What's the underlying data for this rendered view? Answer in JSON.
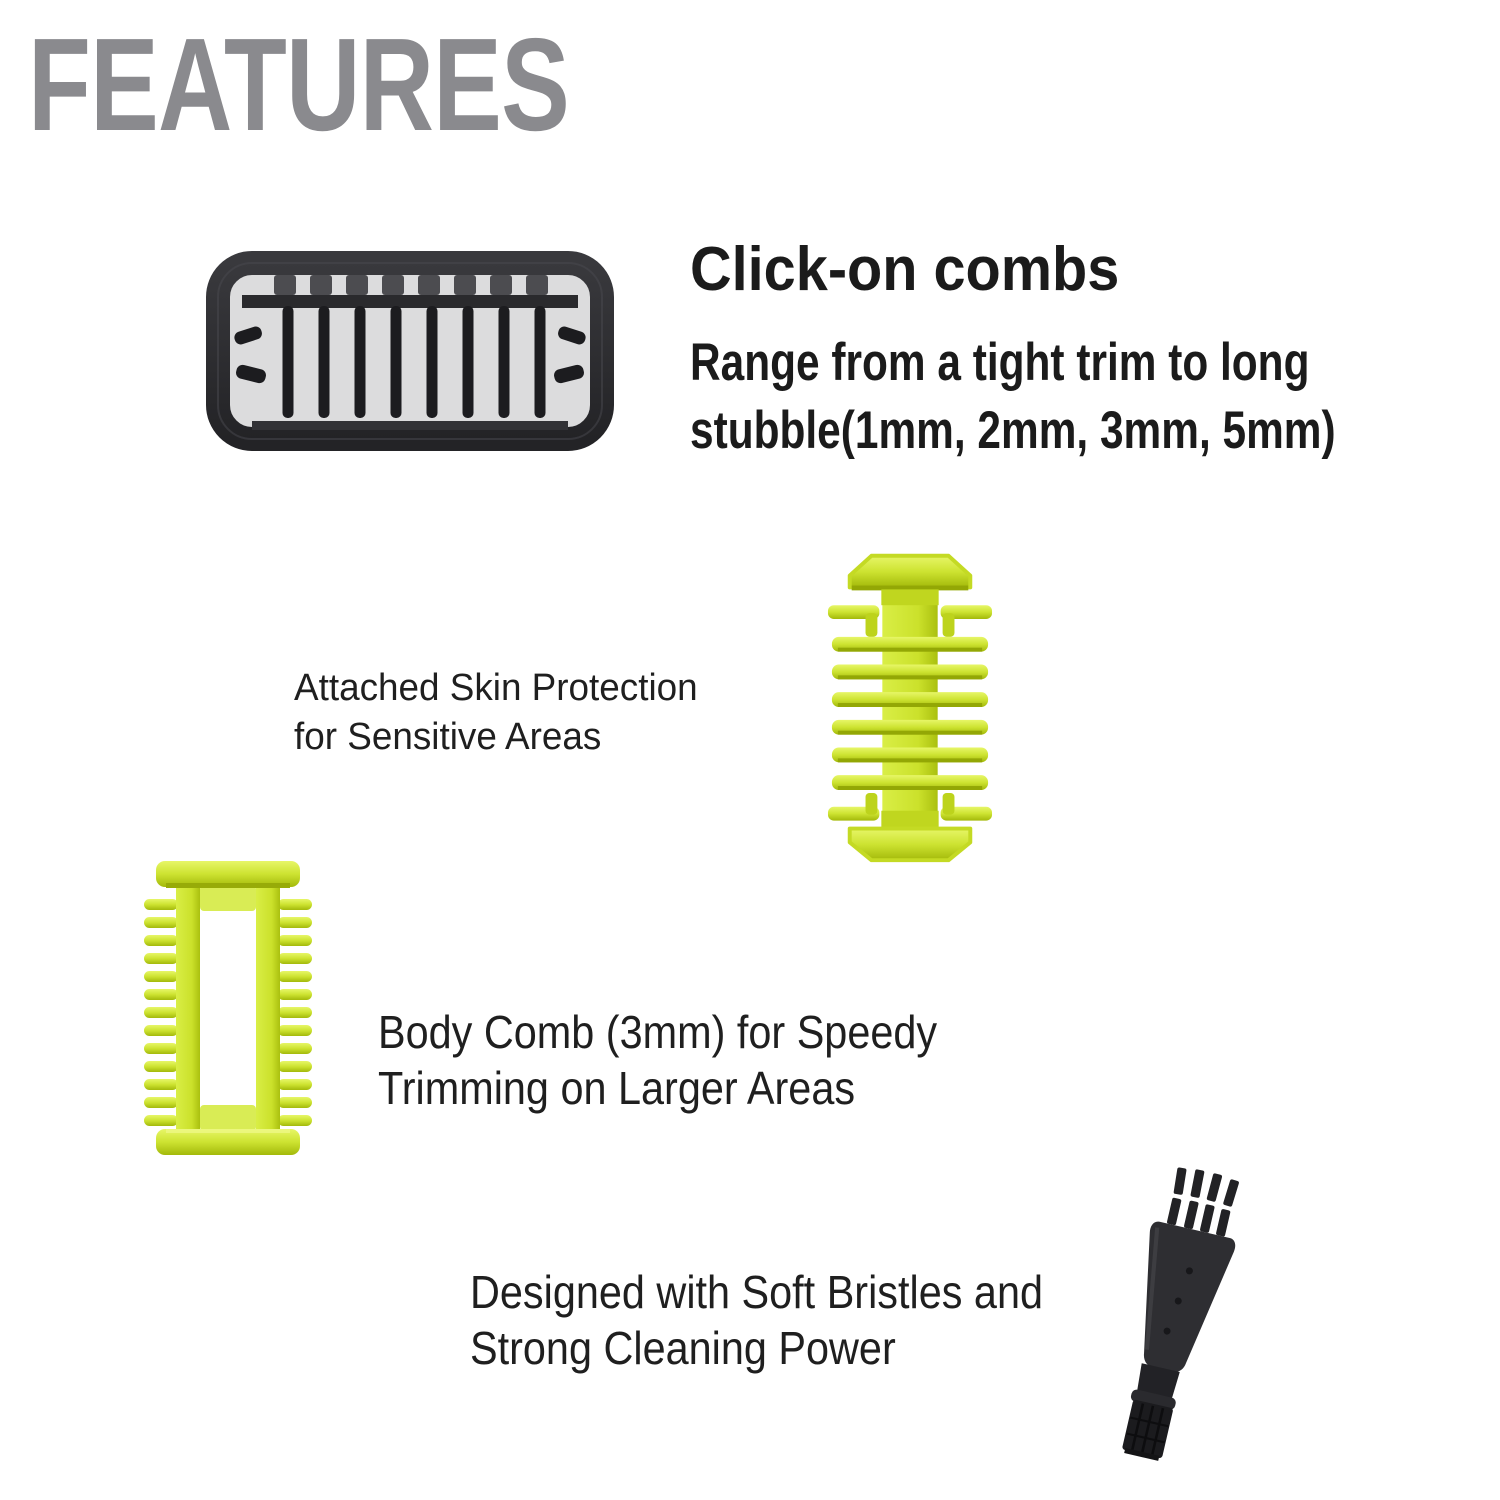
{
  "header": {
    "title": "FEATURES"
  },
  "sections": {
    "click_on_combs": {
      "heading": "Click-on combs",
      "desc_line1": "Range from a tight trim to long",
      "desc_line2": "stubble(1mm, 2mm, 3mm, 5mm)",
      "image": "click-on-comb-image"
    },
    "skin_protection": {
      "desc_line1": "Attached Skin Protection",
      "desc_line2": "for Sensitive Areas",
      "image": "skin-protector-image"
    },
    "body_comb": {
      "desc_line1": "Body Comb (3mm) for Speedy",
      "desc_line2": "Trimming on Larger Areas",
      "image": "body-comb-image"
    },
    "cleaning_brush": {
      "desc_line1": "Designed with Soft Bristles and",
      "desc_line2": "Strong Cleaning Power",
      "image": "cleaning-brush-image"
    }
  },
  "colors": {
    "heading_gray": "#8a8a8e",
    "text_black": "#1b1b1b",
    "lime": "#cde331",
    "lime_light": "#e4f467",
    "lime_dark": "#9db206",
    "plastic_dark": "#2b2b2e",
    "brush_body": "#2e2e32",
    "background": "#ffffff"
  }
}
